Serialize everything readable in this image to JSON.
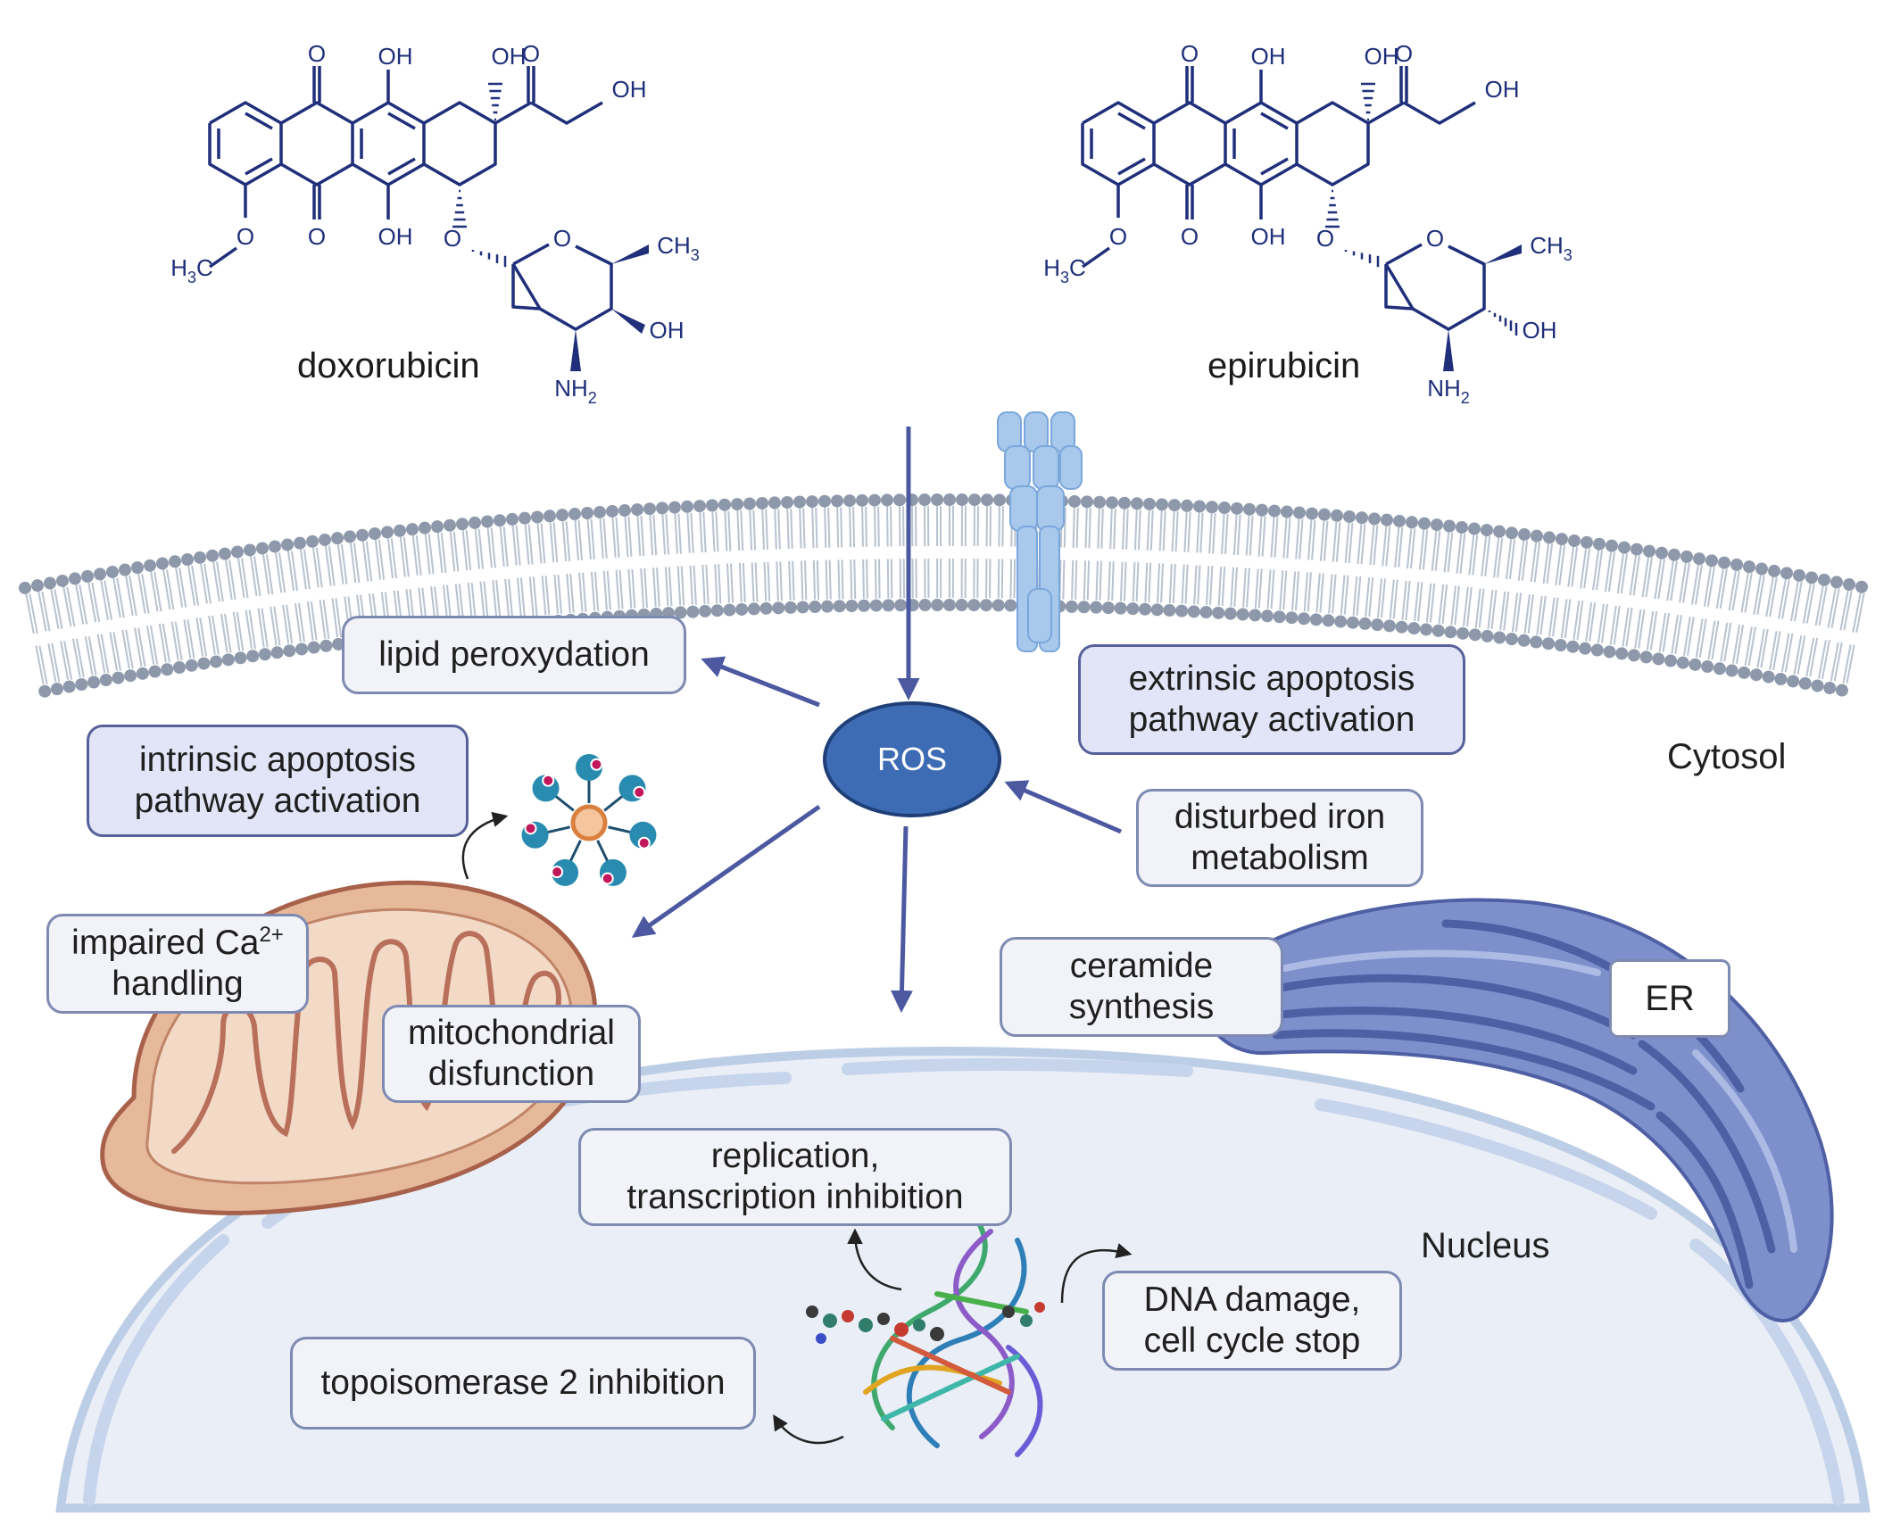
{
  "molecules": {
    "left_name": "doxorubicin",
    "right_name": "epirubicin",
    "atoms": {
      "o": "O",
      "oh": "OH",
      "ch3": "CH",
      "ch3_sub": "3",
      "h3c": "H",
      "h3c_sub": "3",
      "h3c_c": "C",
      "nh2": "NH",
      "nh2_sub": "2"
    }
  },
  "compartments": {
    "cytosol": "Cytosol",
    "nucleus": "Nucleus",
    "er": "ER"
  },
  "center": {
    "ros": "ROS"
  },
  "labels": {
    "lipid": "lipid peroxydation",
    "extrinsic_1": "extrinsic apoptosis",
    "extrinsic_2": "pathway activation",
    "intrinsic_1": "intrinsic apoptosis",
    "intrinsic_2": "pathway activation",
    "iron_1": "disturbed iron",
    "iron_2": "metabolism",
    "calcium_1": "impaired Ca",
    "calcium_sup": "2+",
    "calcium_2": "handling",
    "mito_1": "mitochondrial",
    "mito_2": "disfunction",
    "ceramide_1": "ceramide",
    "ceramide_2": "synthesis",
    "replication_1": "replication,",
    "replication_2": "transcription inhibition",
    "dna_1": "DNA damage,",
    "dna_2": "cell cycle stop",
    "topo": "topoisomerase 2 inhibition"
  },
  "colors": {
    "molecule": "#1f2f7a",
    "ros_fill": "#3d6cb5",
    "arrow": "#4c58a0",
    "membrane_head": "#8d98ab",
    "nucleus_fill": "#e9eef7",
    "nucleus_edge": "#bccde6",
    "mito_fill": "#e6b99a",
    "mito_edge": "#a8614a",
    "er_fill": "#7d90cc",
    "er_dark": "#4e5fa4",
    "receptor": "#a8c8ec"
  }
}
